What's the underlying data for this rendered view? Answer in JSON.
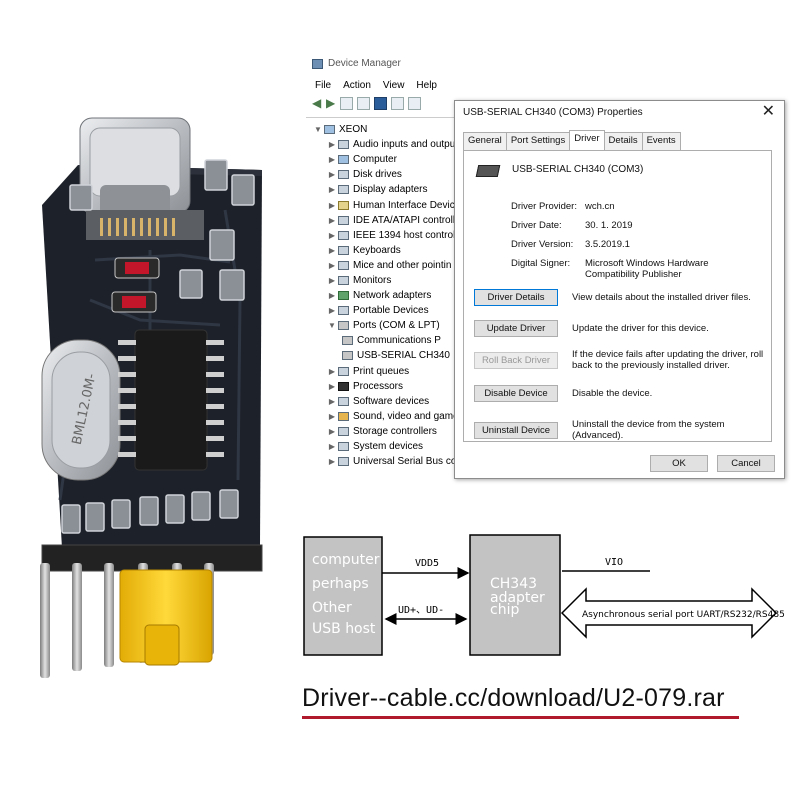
{
  "device_manager": {
    "title": "Device Manager",
    "menu": [
      "File",
      "Action",
      "View",
      "Help"
    ],
    "tree": {
      "root": "XEON",
      "items": [
        {
          "label": "Audio inputs and outpu",
          "icon": "speaker-icon",
          "expanded": false
        },
        {
          "label": "Computer",
          "icon": "computer-icon",
          "expanded": false
        },
        {
          "label": "Disk drives",
          "icon": "disk-drive-icon",
          "expanded": false
        },
        {
          "label": "Display adapters",
          "icon": "display-adapter-icon",
          "expanded": false
        },
        {
          "label": "Human Interface Devic",
          "icon": "hid-icon",
          "expanded": false
        },
        {
          "label": "IDE ATA/ATAPI controlle",
          "icon": "ide-controller-icon",
          "expanded": false
        },
        {
          "label": "IEEE 1394 host controlle",
          "icon": "ieee1394-icon",
          "expanded": false
        },
        {
          "label": "Keyboards",
          "icon": "keyboard-icon",
          "expanded": false
        },
        {
          "label": "Mice and other pointin",
          "icon": "mouse-icon",
          "expanded": false
        },
        {
          "label": "Monitors",
          "icon": "monitor-icon",
          "expanded": false
        },
        {
          "label": "Network adapters",
          "icon": "network-adapter-icon",
          "expanded": false
        },
        {
          "label": "Portable Devices",
          "icon": "portable-device-icon",
          "expanded": false
        },
        {
          "label": "Ports (COM & LPT)",
          "icon": "port-icon",
          "expanded": true,
          "children": [
            "Communications P",
            "USB-SERIAL CH340"
          ]
        },
        {
          "label": "Print queues",
          "icon": "printer-icon",
          "expanded": false
        },
        {
          "label": "Processors",
          "icon": "processor-icon",
          "expanded": false
        },
        {
          "label": "Software devices",
          "icon": "software-device-icon",
          "expanded": false
        },
        {
          "label": "Sound, video and game",
          "icon": "sound-icon",
          "expanded": false
        },
        {
          "label": "Storage controllers",
          "icon": "storage-controller-icon",
          "expanded": false
        },
        {
          "label": "System devices",
          "icon": "system-device-icon",
          "expanded": false
        },
        {
          "label": "Universal Serial Bus cor",
          "icon": "usb-icon",
          "expanded": false
        }
      ]
    }
  },
  "properties": {
    "title": "USB-SERIAL CH340 (COM3) Properties",
    "tabs": [
      "General",
      "Port Settings",
      "Driver",
      "Details",
      "Events"
    ],
    "active_tab": "Driver",
    "device_name": "USB-SERIAL CH340 (COM3)",
    "info": {
      "provider_label": "Driver Provider:",
      "provider": "wch.cn",
      "date_label": "Driver Date:",
      "date": "30. 1. 2019",
      "version_label": "Driver Version:",
      "version": "3.5.2019.1",
      "signer_label": "Digital Signer:",
      "signer": "Microsoft Windows Hardware Compatibility Publisher"
    },
    "actions": {
      "details": {
        "label": "Driver Details",
        "desc": "View details about the installed driver files."
      },
      "update": {
        "label": "Update Driver",
        "desc": "Update the driver for this device."
      },
      "rollback": {
        "label": "Roll Back Driver",
        "desc": "If the device fails after updating the driver, roll back to the previously installed driver."
      },
      "disable": {
        "label": "Disable Device",
        "desc": "Disable the device."
      },
      "uninstall": {
        "label": "Uninstall Device",
        "desc": "Uninstall the device from the system (Advanced)."
      }
    },
    "ok": "OK",
    "cancel": "Cancel"
  },
  "board": {
    "crystal_label": "BML12.0M-"
  },
  "diagram": {
    "host_lines": [
      "computer",
      "perhaps",
      "Other",
      "USB host"
    ],
    "chip_lines": [
      "CH343",
      "adapter",
      "chip"
    ],
    "vdd_label": "VDD5",
    "data_label": "UD+、UD-",
    "vio_label": "VIO",
    "serial_label": "Asynchronous serial port UART/RS232/RS485"
  },
  "url": "Driver--cable.cc/download/U2-079.rar",
  "colors": {
    "pcb": "#1c1f26",
    "usb_metal": "#c9cbcf",
    "jumper": "#f3c419",
    "pins": "#b8b8b8",
    "block_fill": "#c3c3c3",
    "url_underline": "#b0192b"
  }
}
